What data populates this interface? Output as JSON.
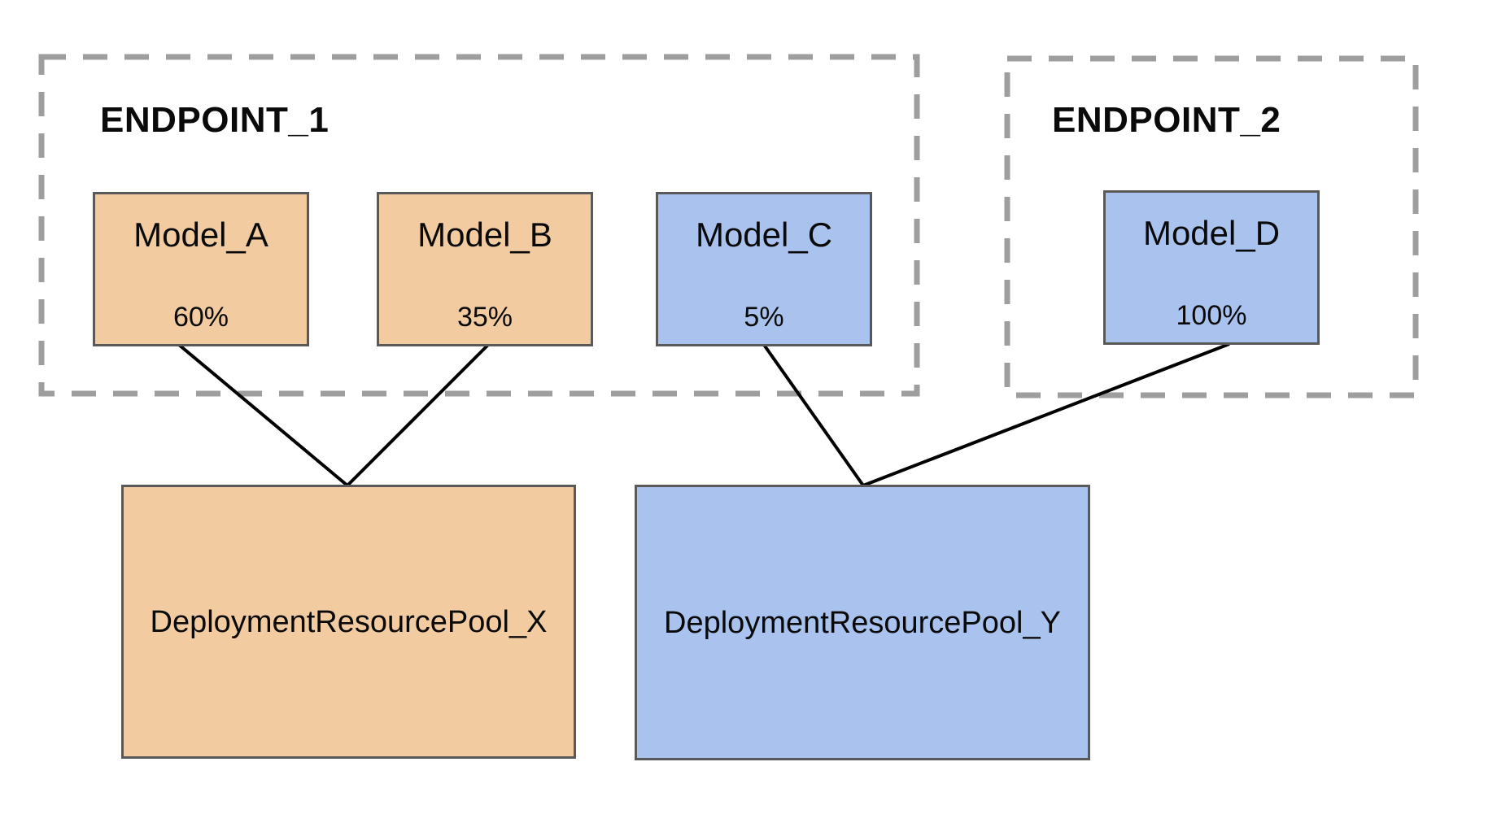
{
  "diagram": {
    "endpoints": [
      {
        "title": "ENDPOINT_1",
        "models": [
          {
            "label": "Model_A",
            "traffic": "60%"
          },
          {
            "label": "Model_B",
            "traffic": "35%"
          },
          {
            "label": "Model_C",
            "traffic": "5%"
          }
        ]
      },
      {
        "title": "ENDPOINT_2",
        "models": [
          {
            "label": "Model_D",
            "traffic": "100%"
          }
        ]
      }
    ],
    "pools": [
      {
        "label": "DeploymentResourcePool_X"
      },
      {
        "label": "DeploymentResourcePool_Y"
      }
    ],
    "edges": [
      {
        "from": "Model_A",
        "to": "DeploymentResourcePool_X"
      },
      {
        "from": "Model_B",
        "to": "DeploymentResourcePool_X"
      },
      {
        "from": "Model_C",
        "to": "DeploymentResourcePool_Y"
      },
      {
        "from": "Model_D",
        "to": "DeploymentResourcePool_Y"
      }
    ],
    "colors": {
      "model_orange_fill": "#f3cba0",
      "model_blue_fill": "#a9c2ee",
      "box_border_gray": "#595959",
      "dashed_border_gray": "#9e9e9e",
      "connector_black": "#000000",
      "background": "#ffffff"
    }
  }
}
